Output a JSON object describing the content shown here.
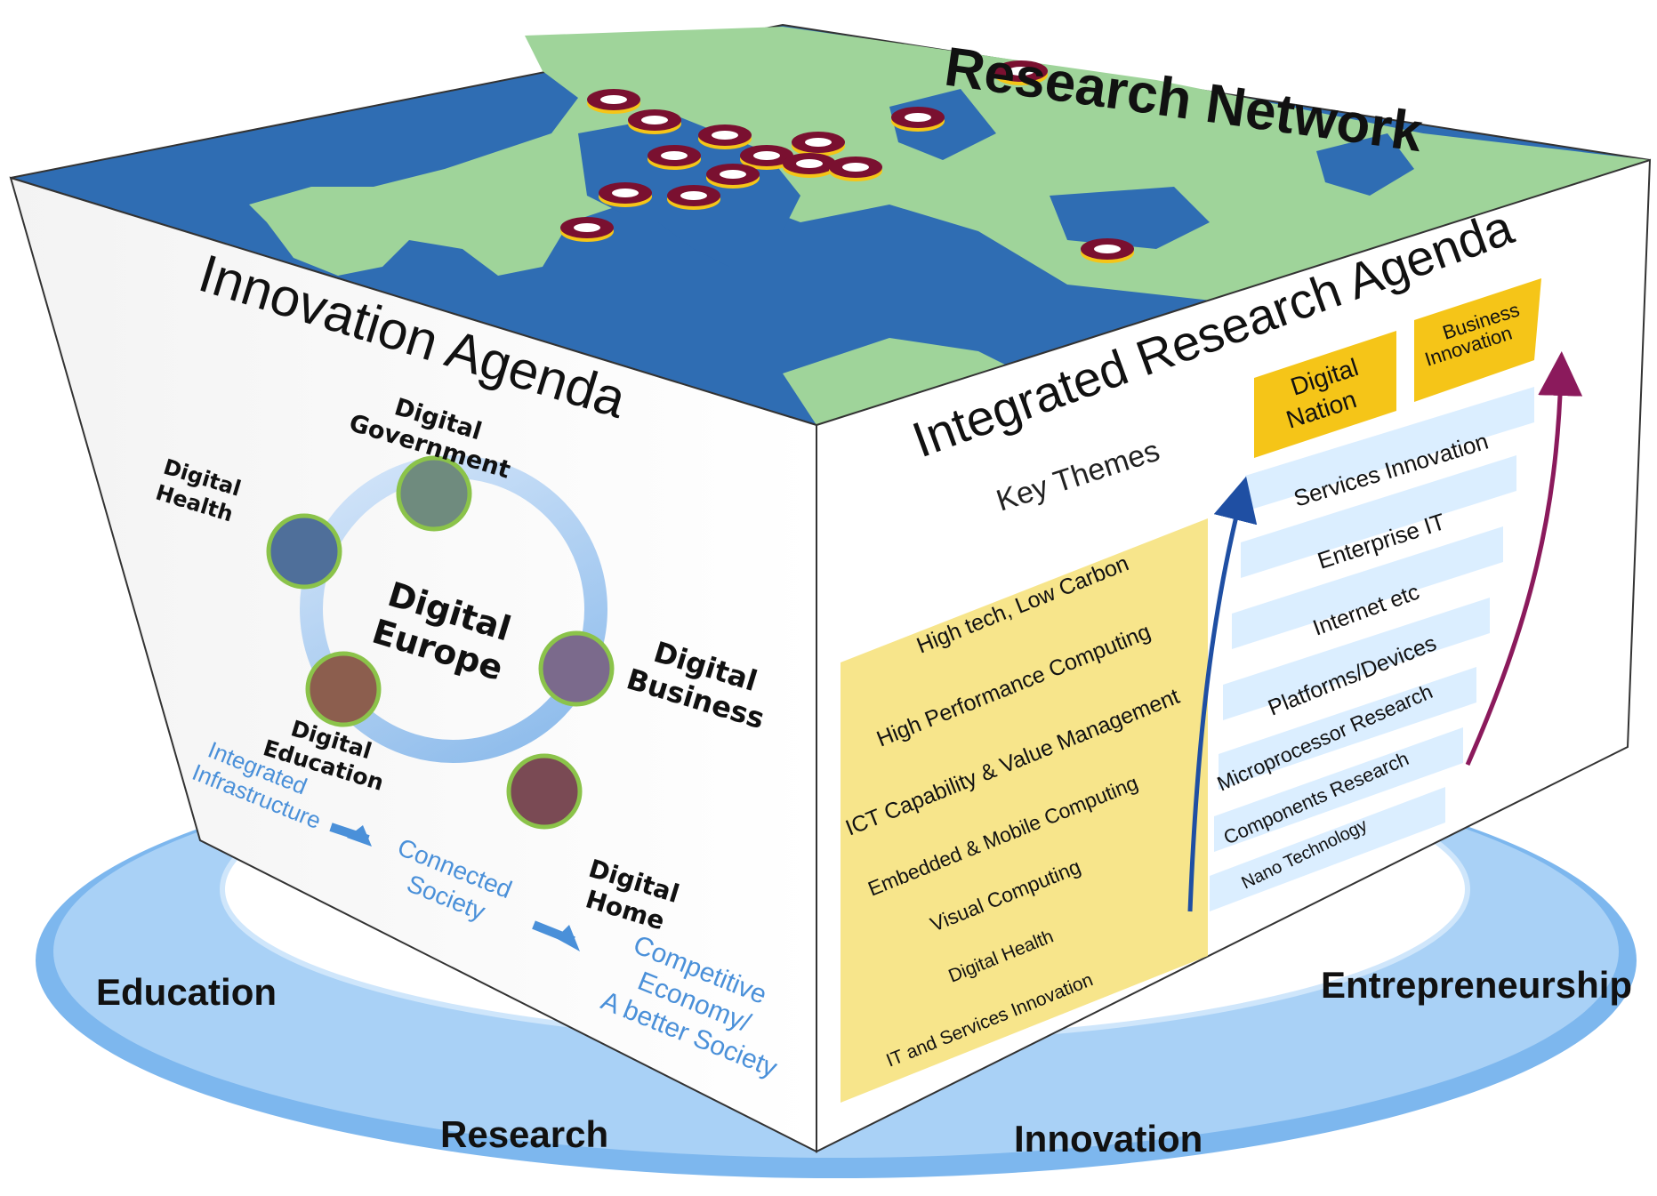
{
  "top_face": {
    "title": "Research Network"
  },
  "left_face": {
    "title": "Innovation Agenda",
    "center": [
      "Digital",
      "Europe"
    ],
    "nodes": [
      {
        "lines": [
          "Digital",
          "Government"
        ]
      },
      {
        "lines": [
          "Digital",
          "Health"
        ]
      },
      {
        "lines": [
          "Digital",
          "Business"
        ]
      },
      {
        "lines": [
          "Digital",
          "Education"
        ]
      },
      {
        "lines": [
          "Digital",
          "Home"
        ]
      }
    ],
    "flow": [
      {
        "lines": [
          "Integrated",
          "Infrastructure"
        ]
      },
      {
        "lines": [
          "Connected",
          "Society"
        ]
      },
      {
        "lines": [
          "Competitive",
          "Economy/",
          "A better Society"
        ]
      }
    ]
  },
  "right_face": {
    "title": "Integrated Research Agenda",
    "key_themes_label": "Key Themes",
    "themes": [
      "High tech, Low Carbon",
      "High Performance Computing",
      "ICT Capability & Value Management",
      "Embedded & Mobile Computing",
      "Visual Computing",
      "Digital Health",
      "IT and Services Innovation"
    ],
    "badges": [
      {
        "lines": [
          "Digital",
          "Nation"
        ]
      },
      {
        "lines": [
          "Business",
          "Innovation"
        ]
      }
    ],
    "stack": [
      "Services Innovation",
      "Enterprise IT",
      "Internet etc",
      "Platforms/Devices",
      "Microprocessor Research",
      "Components Research",
      "Nano Technology"
    ]
  },
  "base": {
    "labels": [
      "Education",
      "Research",
      "Innovation",
      "Entrepreneurship"
    ]
  },
  "colors": {
    "ocean": "#2f6db3",
    "land": "#9fd49a",
    "theme_box": "#f7e58b",
    "badge": "#f5c518",
    "stack_bar": "#dbeeff",
    "flow_text": "#4a90d9",
    "ring": "#8ec5f2",
    "arrow_blue": "#1f4fa3",
    "arrow_purple": "#8b1a5c"
  }
}
